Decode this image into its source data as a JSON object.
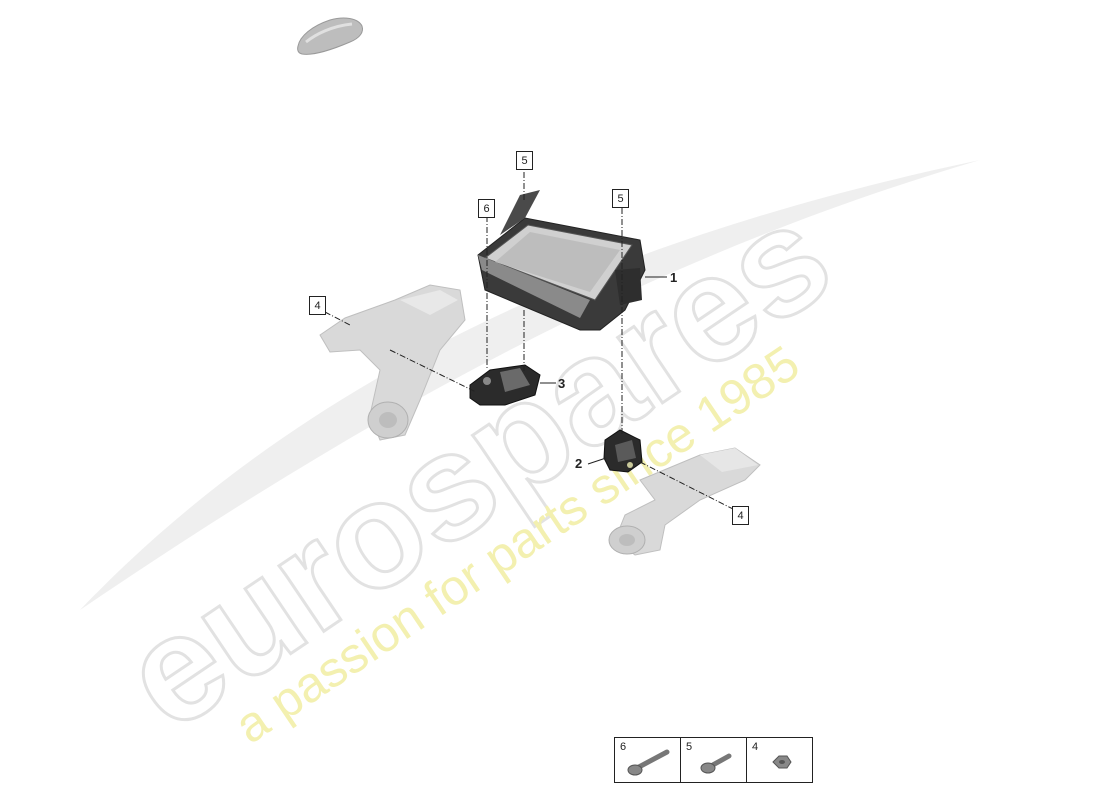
{
  "watermark": {
    "brand": "eurospares",
    "tagline": "a passion for parts since 1985"
  },
  "callouts": {
    "part1": "1",
    "part2": "2",
    "part3": "3",
    "part4_left": "4",
    "part4_right": "4",
    "part5_left": "5",
    "part5_right": "5",
    "part6": "6"
  },
  "legend": {
    "items": [
      {
        "number": "6",
        "icon": "bolt-long-icon"
      },
      {
        "number": "5",
        "icon": "bolt-short-icon"
      },
      {
        "number": "4",
        "icon": "nut-icon"
      }
    ]
  },
  "colors": {
    "line": "#222222",
    "part_light": "#d8d8d8",
    "part_dark": "#2b2b2b",
    "watermark_grey": "#e6e6e6",
    "watermark_yellow": "#f3f0b0"
  }
}
